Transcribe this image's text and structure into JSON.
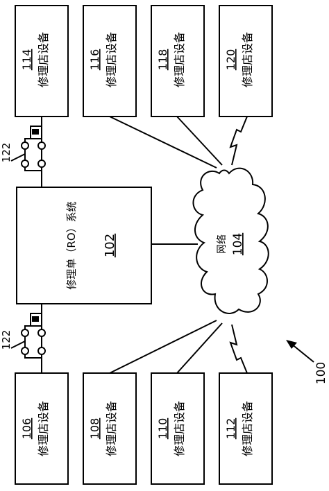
{
  "figure_number": "100",
  "devices": [
    {
      "name": "修理店设备",
      "ref": "114"
    },
    {
      "name": "修理店设备",
      "ref": "116"
    },
    {
      "name": "修理店设备",
      "ref": "118"
    },
    {
      "name": "修理店设备",
      "ref": "120"
    },
    {
      "name": "修理店设备",
      "ref": "106"
    },
    {
      "name": "修理店设备",
      "ref": "108"
    },
    {
      "name": "修理店设备",
      "ref": "110"
    },
    {
      "name": "修理店设备",
      "ref": "112"
    }
  ],
  "system": {
    "name": "修理单（RO）系统",
    "ref": "102"
  },
  "network": {
    "name": "网络",
    "ref": "104"
  },
  "vehicles": [
    {
      "ref": "122"
    },
    {
      "ref": "122"
    }
  ]
}
